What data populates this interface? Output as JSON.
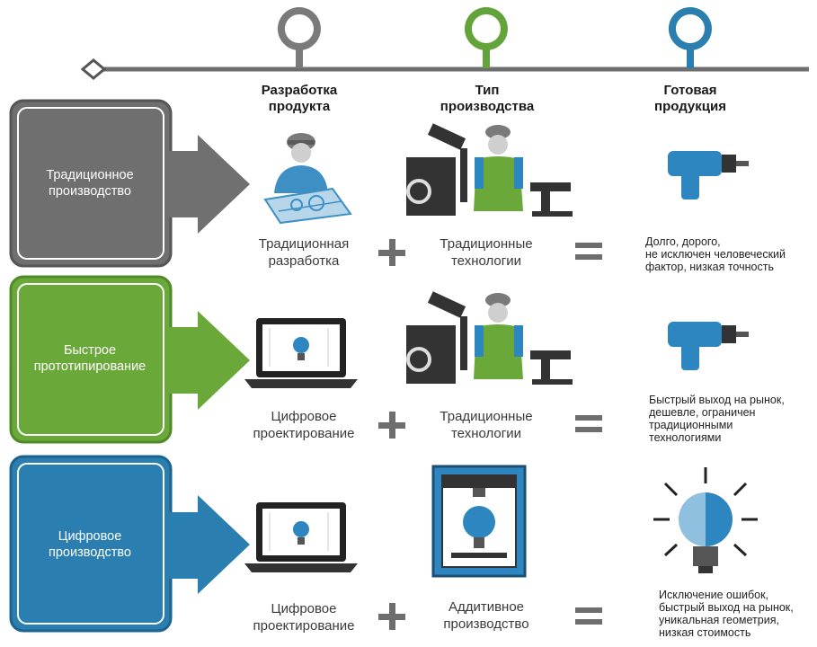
{
  "columns": {
    "development": "Разработка\nпродукта",
    "production_type": "Тип\nпроизводства",
    "finished_product": "Готовая\nпродукция"
  },
  "colors": {
    "traditional": "#6f6f6f",
    "rapid": "#6aa83a",
    "digital": "#2a7fb0",
    "timeline": "#6e6e6e"
  },
  "rows": [
    {
      "label": "Традиционное\nпроизводство",
      "development": "Традиционная\nразработка",
      "production": "Традиционные\nтехнологии",
      "result": "Долго, дорого,\nне исключен человеческий\nфактор, низкая точность"
    },
    {
      "label": "Быстрое\nпрототипирование",
      "development": "Цифровое\nпроектирование",
      "production": "Традиционные\nтехнологии",
      "result": "Быстрый выход на рынок,\nдешевле, ограничен\nтрадиционными\nтехнологиями"
    },
    {
      "label": "Цифровое\nпроизводство",
      "development": "Цифровое\nпроектирование",
      "production": "Аддитивное\nпроизводство",
      "result": "Исключение ошибок,\nбыстрый выход на рынок,\nуникальная геометрия,\nнизкая стоимость"
    }
  ],
  "icons": [
    "location-pin-icon",
    "worker-with-drawings-icon",
    "worker-at-machine-icon",
    "power-drill-icon",
    "laptop-lightbulb-icon",
    "3d-printer-icon",
    "glowing-lightbulb-icon",
    "plus-icon",
    "equals-icon"
  ]
}
